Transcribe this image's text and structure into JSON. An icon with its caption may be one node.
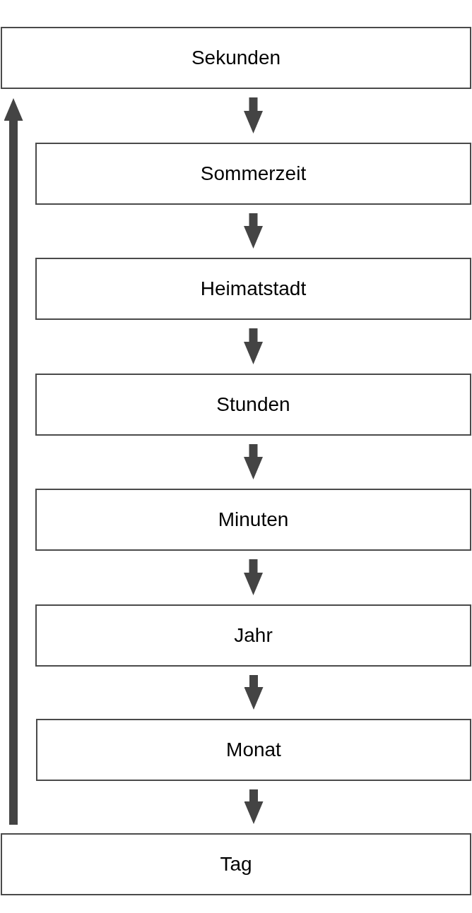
{
  "diagram": {
    "nodes": [
      {
        "text": [
          "Sekunden"
        ]
      },
      {
        "text": [
          "Sommerzeit"
        ]
      },
      {
        "text": [
          "Heimatstadt"
        ]
      },
      {
        "text": [
          "Stunden"
        ]
      },
      {
        "text": [
          "Minuten"
        ]
      },
      {
        "text": [
          "Jahr"
        ]
      },
      {
        "text": [
          "Monat"
        ]
      },
      {
        "text": [
          "Tag"
        ]
      }
    ],
    "edges": [
      {
        "from": 0,
        "to": 1,
        "arrow": "to"
      },
      {
        "from": 1,
        "to": 2,
        "arrow": "to"
      },
      {
        "from": 2,
        "to": 3,
        "arrow": "to"
      },
      {
        "from": 3,
        "to": 4,
        "arrow": "to"
      },
      {
        "from": 4,
        "to": 5,
        "arrow": "to"
      },
      {
        "from": 5,
        "to": 6,
        "arrow": "to"
      },
      {
        "from": 6,
        "to": 7,
        "arrow": "to"
      },
      {
        "from": 7,
        "to": 0,
        "arrow": "to"
      }
    ]
  }
}
